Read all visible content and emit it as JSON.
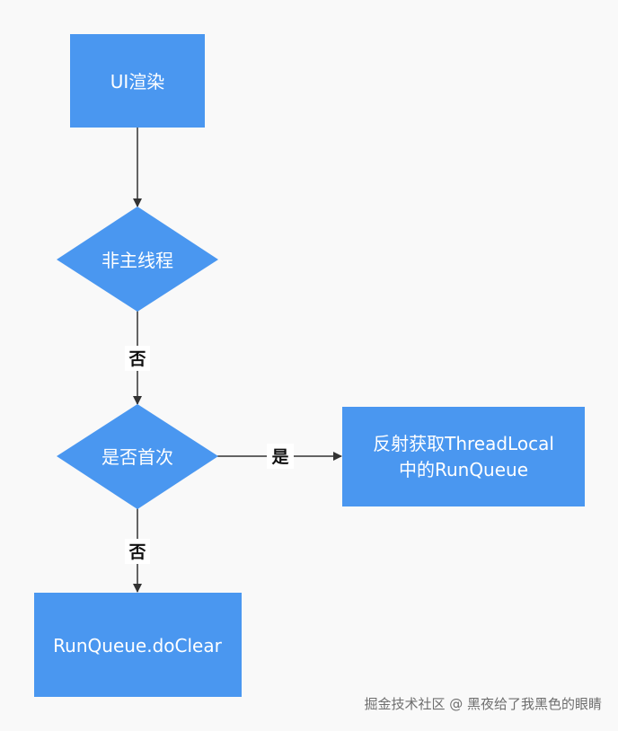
{
  "colors": {
    "node_fill": "#4a97f0",
    "edge": "#333333",
    "label_bg": "#ffffff"
  },
  "nodes": {
    "ui_render": "UI渲染",
    "non_main_thread": "非主线程",
    "is_first": "是否首次",
    "reflect_line1": "反射获取ThreadLocal",
    "reflect_line2": "中的RunQueue",
    "do_clear": "RunQueue.doClear"
  },
  "edges": {
    "no_1": "否",
    "yes": "是",
    "no_2": "否"
  },
  "watermark": "掘金技术社区 @ 黑夜给了我黑色的眼睛"
}
